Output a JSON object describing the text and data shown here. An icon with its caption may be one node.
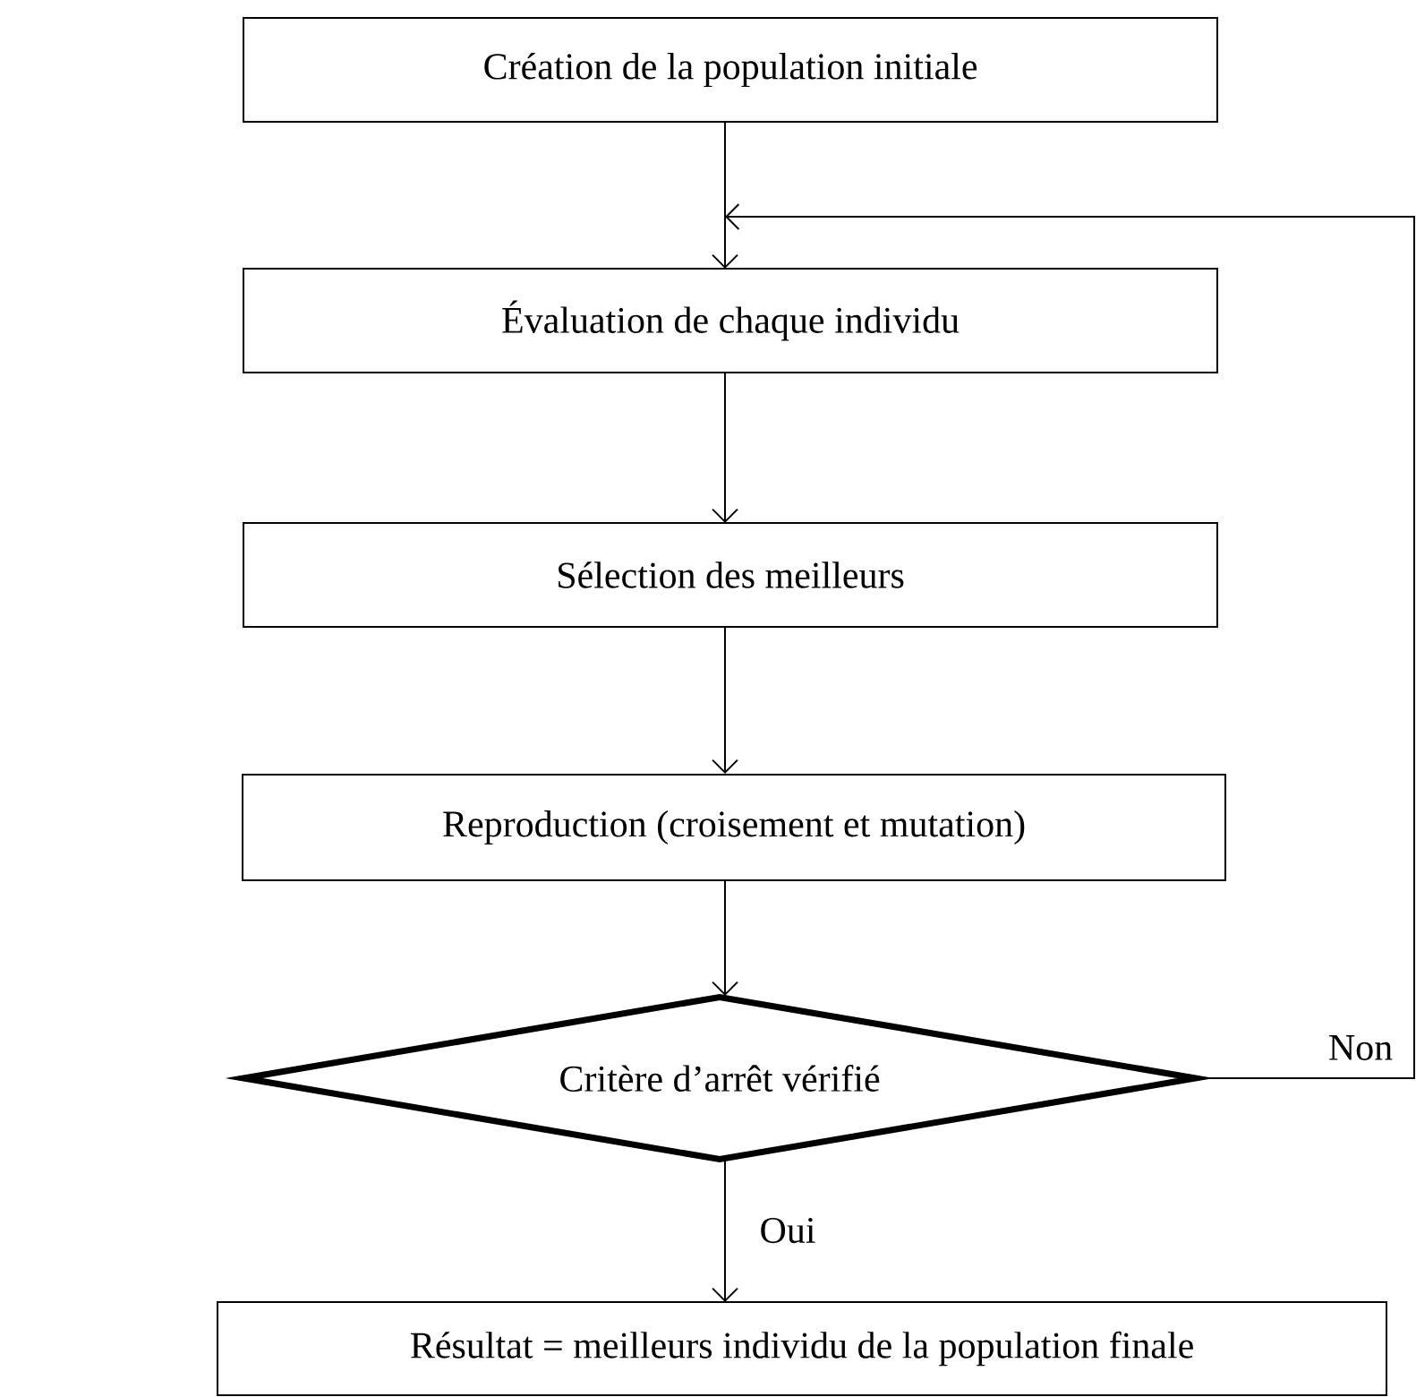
{
  "diagram": {
    "nodes": [
      {
        "text": [
          "Création de la population initiale"
        ]
      },
      {
        "text": [
          "Évaluation de chaque individu"
        ]
      },
      {
        "text": [
          "Sélection des meilleurs"
        ]
      },
      {
        "text": [
          "Reproduction (croisement et mutation)"
        ]
      },
      {
        "text": [
          "Critère d’arrêt vérifié"
        ]
      },
      {
        "text": [
          "Résultat = meilleurs individu de la population finale"
        ]
      }
    ],
    "edges": [
      {
        "from": 0,
        "to": 1,
        "arrow": "to"
      },
      {
        "from": 1,
        "to": 2,
        "arrow": "to"
      },
      {
        "from": 2,
        "to": 3,
        "arrow": "to"
      },
      {
        "from": 3,
        "to": 4,
        "arrow": "to"
      },
      {
        "from": 4,
        "to": 5,
        "arrow": "to",
        "label": "Oui"
      },
      {
        "from": 4,
        "to": 1,
        "arrow": "to",
        "label": "Non"
      }
    ]
  }
}
